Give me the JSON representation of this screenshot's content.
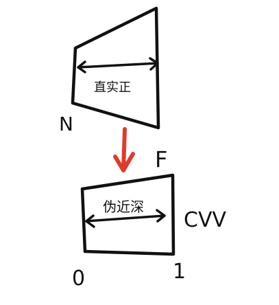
{
  "diagram": {
    "top_shape": {
      "label": "直实正",
      "near_label": "N",
      "far_label": "F"
    },
    "bottom_shape": {
      "label": "伪近深",
      "space_label": "CVV",
      "min_label": "0",
      "max_label": "1"
    },
    "colors": {
      "ink": "#111111",
      "arrow": "#e03a2a",
      "background": "#ffffff"
    }
  }
}
